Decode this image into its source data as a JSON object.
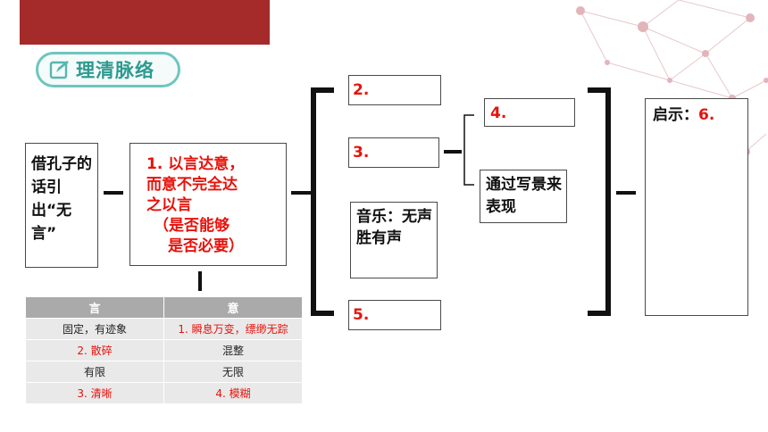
{
  "section_title": "理清脉络",
  "origin_box": "借孔子的话引出“无言”",
  "thesis_box": {
    "line1": "1. 以言达意，",
    "line2": "而意不完全达",
    "line3": "之以言",
    "line4": "（是否能够",
    "line5": "是否必要）"
  },
  "branch_items": {
    "item2": "2.",
    "item3": "3.",
    "music": "音乐：无声胜有声",
    "item5": "5."
  },
  "sub_branch": {
    "item4": "4.",
    "scenery": "通过写景来表现"
  },
  "revelation": {
    "label": "启示：",
    "number": "6."
  },
  "comparison_table": {
    "headers": [
      "言",
      "意"
    ],
    "rows": [
      [
        "固定，有迹象",
        "1. 瞬息万变，缥缈无踪"
      ],
      [
        "2. 散碎",
        "混整"
      ],
      [
        "有限",
        "无限"
      ],
      [
        "3. 清晰",
        "4. 模糊"
      ]
    ]
  }
}
